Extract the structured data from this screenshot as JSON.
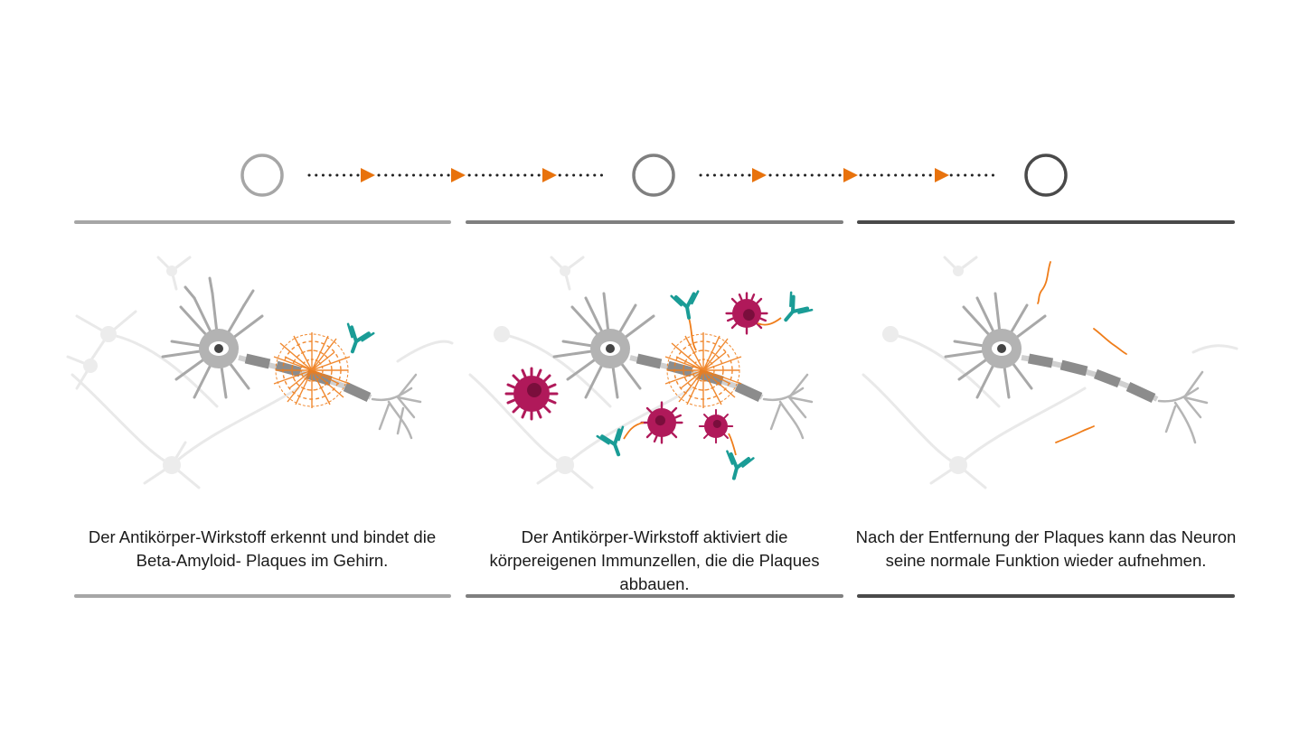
{
  "colors": {
    "step1": "#a6a6a6",
    "step2": "#7f7f7f",
    "step3": "#4a4a4a",
    "arrow": "#e8720c",
    "plaque": "#ef7d1a",
    "antibody": "#1a9c96",
    "immune_cell": "#b0195a",
    "neuron": "#9b9b9b",
    "neuron_faint": "#e6e6e6"
  },
  "steps": [
    {
      "text_lines": [
        "Der Antikörper-Wirkstoff erkennt und bindet die",
        "Beta-Amyloid- Plaques im Gehirn."
      ]
    },
    {
      "text_lines": [
        "Der Antikörper-Wirkstoff aktiviert die",
        "körpereigenen Immunzellen, die die Plaques",
        "abbauen."
      ]
    },
    {
      "text_lines": [
        "Nach der Entfernung der Plaques kann das Neuron",
        "seine normale Funktion wieder aufnehmen."
      ]
    }
  ]
}
